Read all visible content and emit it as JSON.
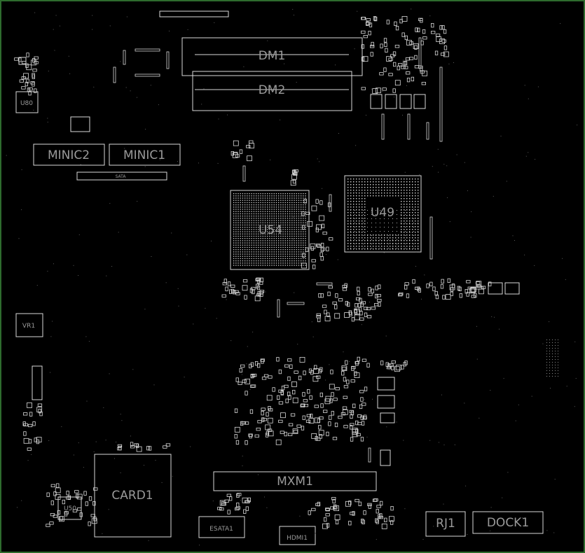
{
  "board": {
    "outline_color": "#2e6b2e",
    "silk_color": "#d9d9d9",
    "label_color": "#9a9a9a"
  },
  "components": {
    "dm1": "DM1",
    "dm2": "DM2",
    "minic2": "MINIC2",
    "minic1": "MINIC1",
    "sata": "SATA",
    "u54": "U54",
    "u49": "U49",
    "u80": "U80",
    "vr1": "VR1",
    "card1": "CARD1",
    "u50": "U50",
    "mxm1": "MXM1",
    "esata1": "ESATA1",
    "hdmi1": "HDMI1",
    "rj1": "RJ1",
    "dock1": "DOCK1"
  }
}
